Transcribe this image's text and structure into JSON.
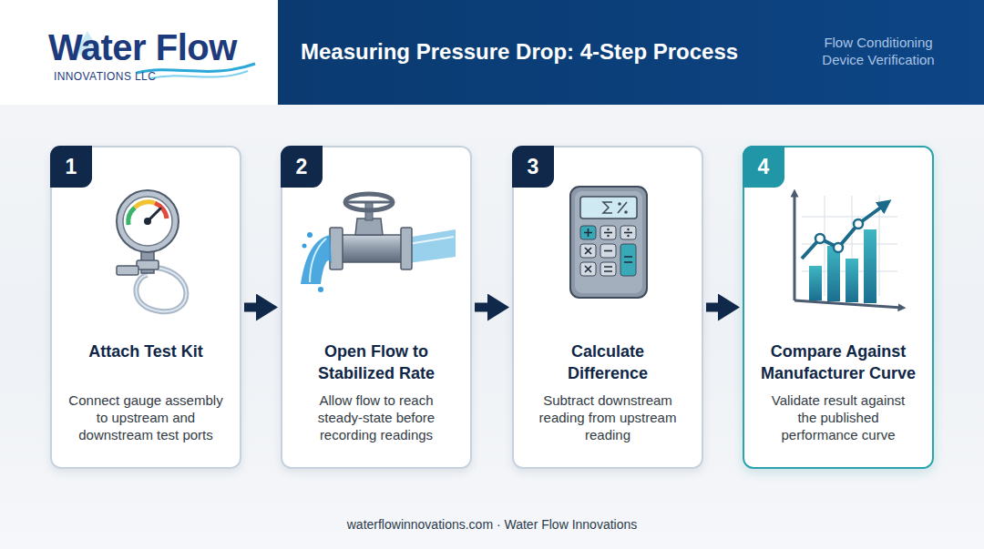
{
  "diagram": {
    "title": "Measuring Pressure Drop: 4-Step Process",
    "nodes": [
      {
        "text": [
          "1",
          "Attach Test Kit",
          "Connect gauge assembly to upstream and downstream test ports"
        ]
      },
      {
        "text": [
          "2",
          "Open Flow to Stabilized Rate",
          "Allow flow to reach steady-state before recording readings"
        ]
      },
      {
        "text": [
          "3",
          "Calculate Difference",
          "Subtract downstream reading from upstream reading"
        ]
      },
      {
        "text": [
          "4",
          "Compare Against Manufacturer Curve",
          "Validate result against the published performance curve"
        ]
      }
    ],
    "edges": [
      {
        "from": 0,
        "to": 1,
        "arrow": "to"
      },
      {
        "from": 1,
        "to": 2,
        "arrow": "to"
      },
      {
        "from": 2,
        "to": 3,
        "arrow": "to"
      }
    ],
    "labels": [
      "Water Flow",
      "INNOVATIONS LLC",
      "Flow Conditioning Device Verification",
      "waterflowinnovations.com · Water Flow Innovations"
    ]
  }
}
